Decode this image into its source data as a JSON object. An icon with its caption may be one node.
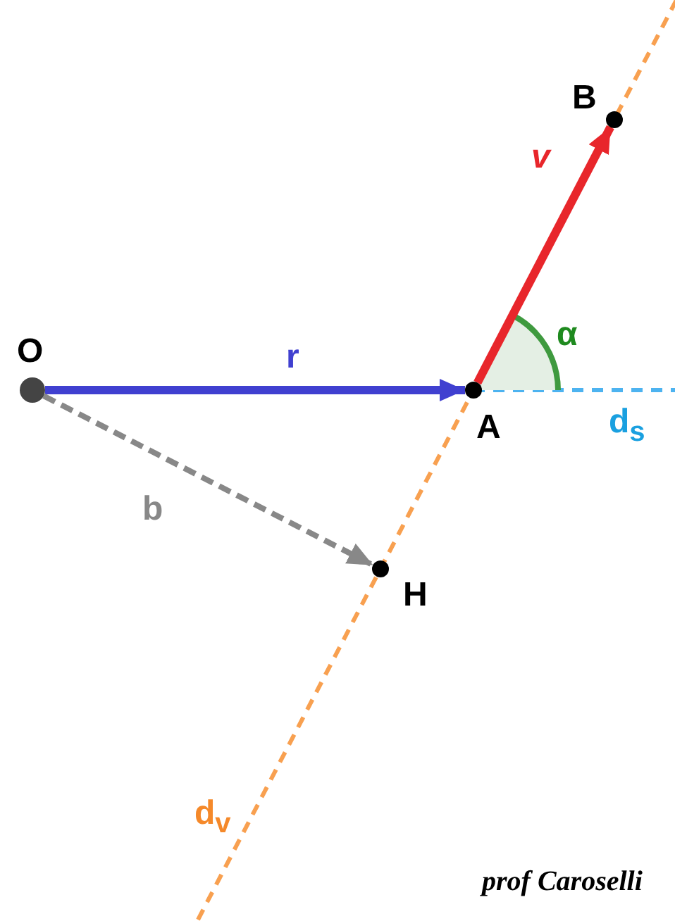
{
  "diagram": {
    "nodes": [
      {
        "text": [
          "O"
        ]
      },
      {
        "text": [
          "A"
        ]
      },
      {
        "text": [
          "B"
        ]
      },
      {
        "text": [
          "H"
        ]
      }
    ],
    "edges": [
      {
        "from": 0,
        "to": 1,
        "arrow": "to",
        "label": "r",
        "color": "#4040d0"
      },
      {
        "from": 1,
        "to": 2,
        "arrow": "to",
        "label": "v",
        "color": "#e8262b"
      },
      {
        "from": 0,
        "to": 3,
        "arrow": "to",
        "label": "b",
        "style": "dashed",
        "color": "#888888"
      }
    ],
    "labels": [
      "α",
      "d$_{s}$",
      "d$_{v}$",
      "prof Caroselli"
    ]
  }
}
